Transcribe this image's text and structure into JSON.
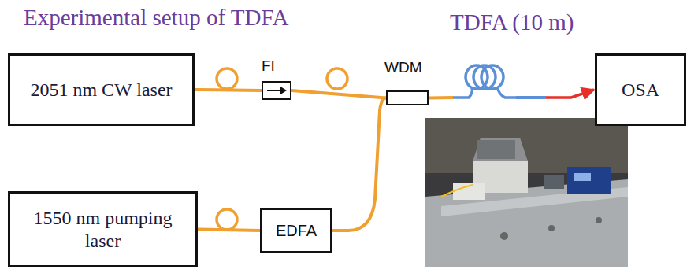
{
  "diagram": {
    "title": "Experimental setup of TDFA",
    "nodes": [
      {
        "text": [
          "2051 nm CW laser"
        ]
      },
      {
        "text": [
          "FI"
        ]
      },
      {
        "text": [
          "WDM"
        ]
      },
      {
        "text": [
          "TDFA (10 m)"
        ]
      },
      {
        "text": [
          "OSA"
        ]
      },
      {
        "text": [
          "1550 nm pumping laser"
        ]
      },
      {
        "text": [
          "EDFA"
        ]
      }
    ],
    "edges": [
      {
        "from": 0,
        "to": 1,
        "arrow": "none"
      },
      {
        "from": 1,
        "to": 2,
        "arrow": "none"
      },
      {
        "from": 2,
        "to": 3,
        "arrow": "none"
      },
      {
        "from": 3,
        "to": 4,
        "arrow": "to"
      },
      {
        "from": 5,
        "to": 6,
        "arrow": "none"
      },
      {
        "from": 6,
        "to": 2,
        "arrow": "none"
      }
    ]
  }
}
